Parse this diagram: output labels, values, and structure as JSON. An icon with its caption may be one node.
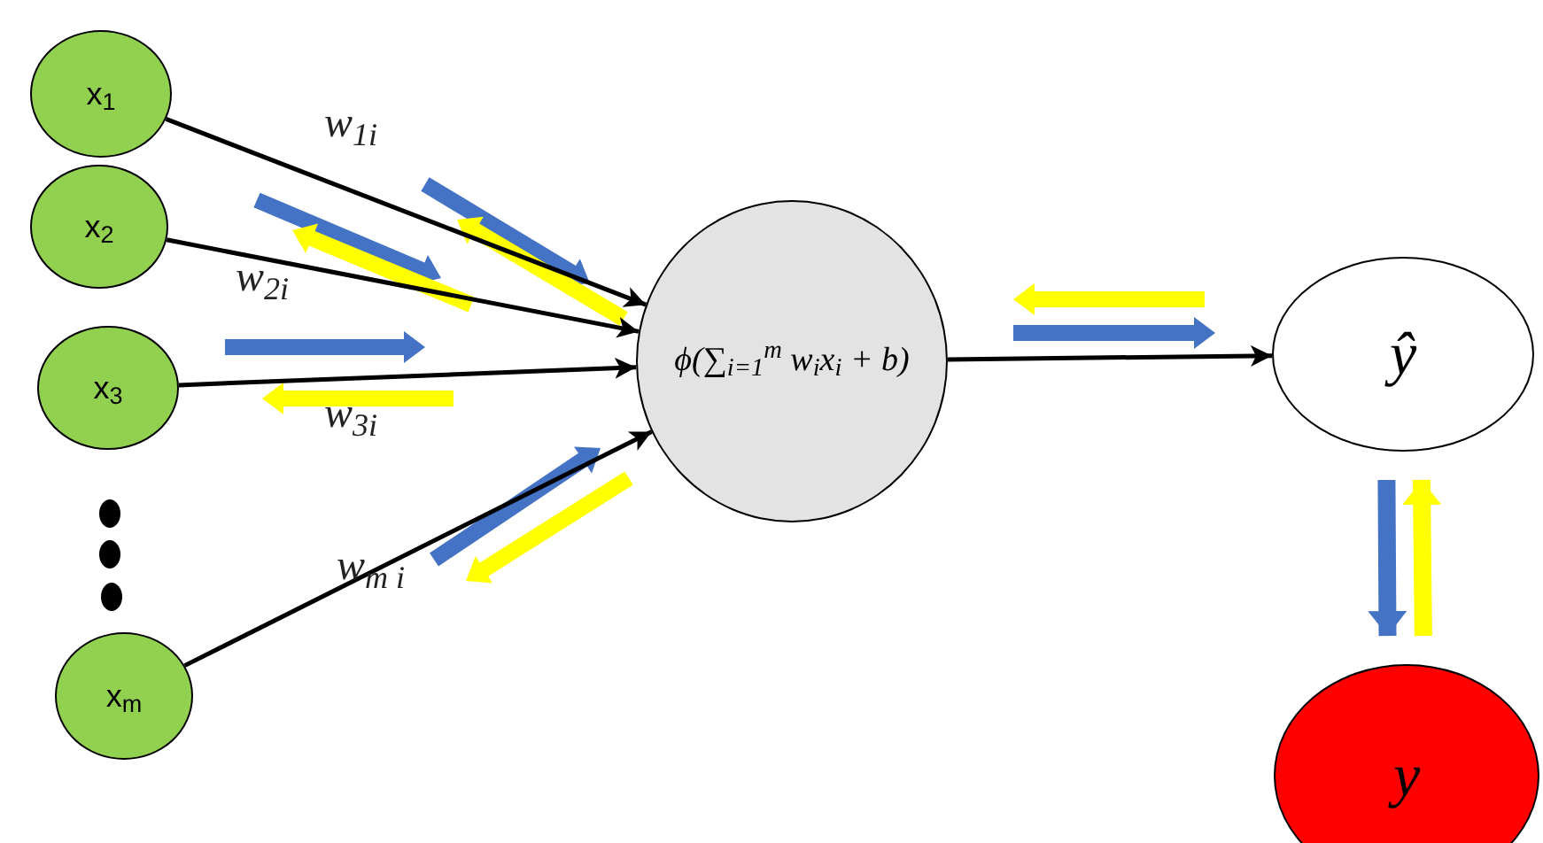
{
  "diagram": {
    "nodes": [
      {
        "text": [
          "x$_{1}$"
        ]
      },
      {
        "text": [
          "x$_{2}$"
        ]
      },
      {
        "text": [
          "x$_{3}$"
        ]
      },
      {
        "text": [
          "x$_{m}$"
        ]
      },
      {
        "text": [
          "ϕ(∑$_{i=1}$$^{m}$ w$_{i}$x$_{i}$ + b)"
        ]
      },
      {
        "text": [
          "ŷ"
        ]
      },
      {
        "text": [
          "y"
        ]
      }
    ],
    "edges": [
      {
        "from": 0,
        "to": 4,
        "arrow": "to",
        "label": "w$_{1i}$"
      },
      {
        "from": 1,
        "to": 4,
        "arrow": "to",
        "label": "w$_{2i}$"
      },
      {
        "from": 2,
        "to": 4,
        "arrow": "to",
        "label": "w$_{3i}$"
      },
      {
        "from": 3,
        "to": 4,
        "arrow": "to",
        "label": "w$_{m i}$"
      },
      {
        "from": 4,
        "to": 5,
        "arrow": "to"
      },
      {
        "from": 5,
        "to": 6,
        "arrow": "to",
        "style": "thick",
        "color": "#4472c4"
      },
      {
        "from": 6,
        "to": 5,
        "arrow": "to",
        "style": "thick",
        "color": "#ffff00"
      }
    ]
  }
}
